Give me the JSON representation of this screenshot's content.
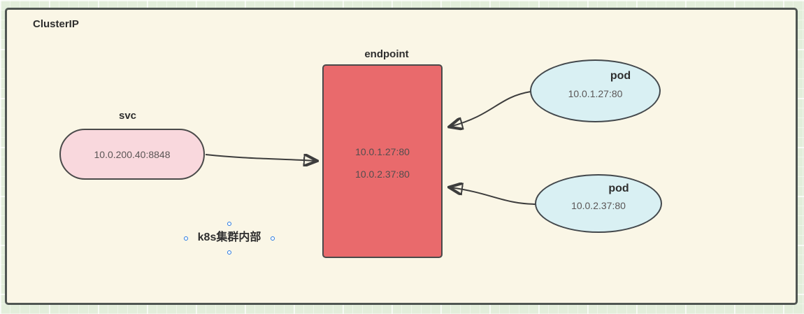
{
  "diagram": {
    "title": "ClusterIP",
    "svc": {
      "label": "svc",
      "address": "10.0.200.40:8848"
    },
    "endpoint": {
      "label": "endpoint",
      "entries": [
        "10.0.1.27:80",
        "10.0.2.37:80"
      ]
    },
    "pods": [
      {
        "label": "pod",
        "address": "10.0.1.27:80"
      },
      {
        "label": "pod",
        "address": "10.0.2.37:80"
      }
    ],
    "annotation": "k8s集群内部",
    "colors": {
      "outer_background": "#e3eedb",
      "canvas_background": "#faf6e6",
      "canvas_border": "#4f5552",
      "svc_fill": "#f9d8dd",
      "endpoint_fill": "#e96a6c",
      "pod_fill": "#d9f0f3",
      "shape_border": "#4a4a4a",
      "arrow": "#3d3d3d",
      "selection_handle": "#2779e0"
    }
  }
}
